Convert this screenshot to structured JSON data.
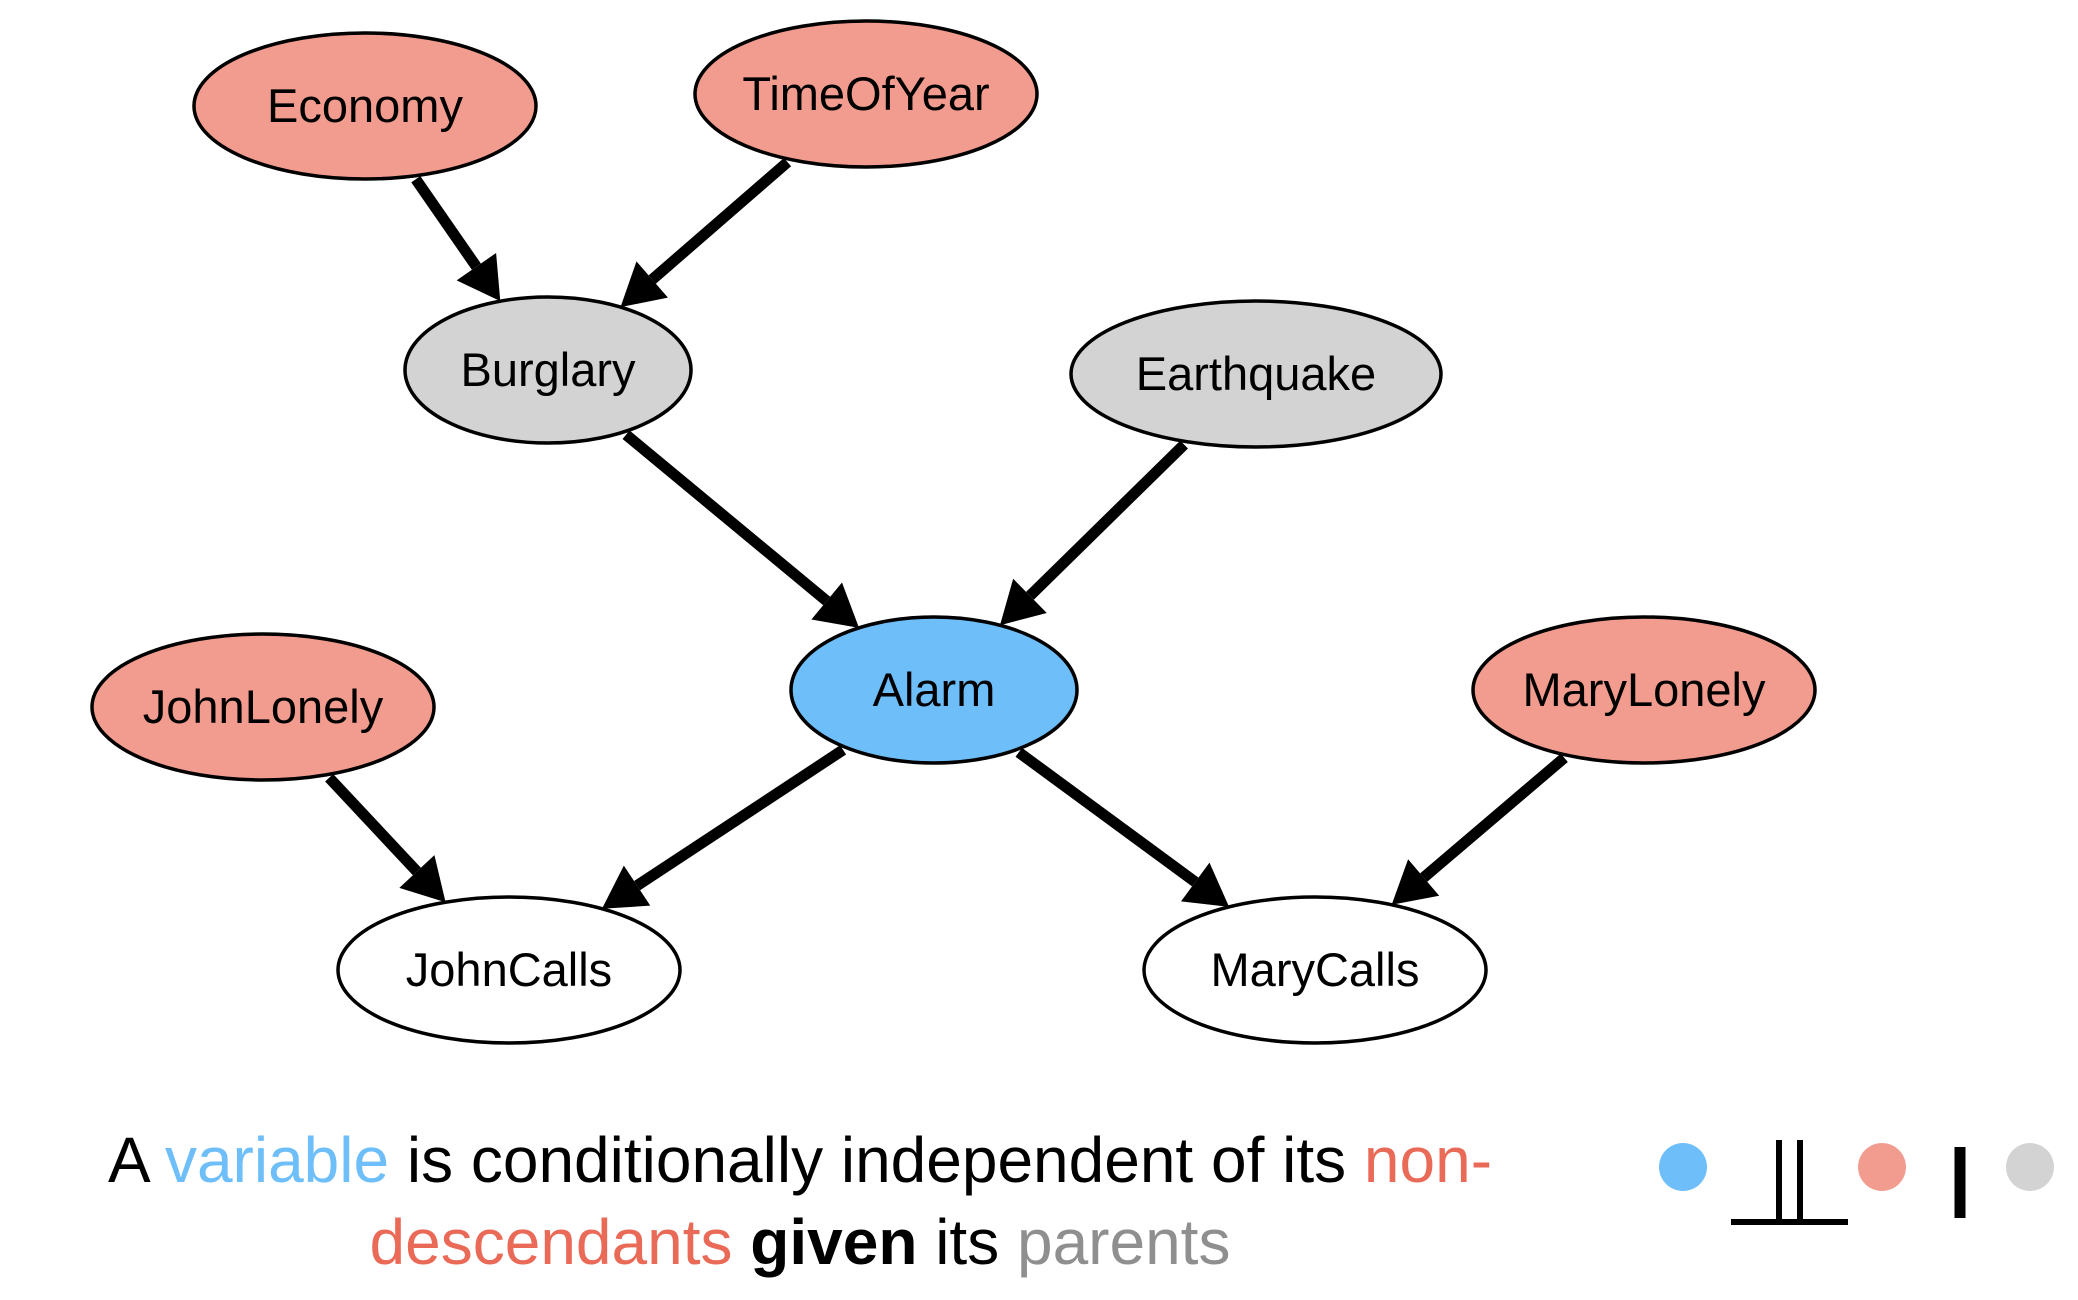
{
  "colors": {
    "variable": "#6dbef9",
    "non_descendant": "#f29c90",
    "parent": "#d3d3d3",
    "other": "#ffffff",
    "caption_variable_text": "#6dbef9",
    "caption_non_descendant_text": "#ea6a58",
    "caption_parent_text": "#8f8f8f"
  },
  "nodes": {
    "economy": {
      "label": "Economy",
      "role": "non_descendant"
    },
    "time_of_year": {
      "label": "TimeOfYear",
      "role": "non_descendant"
    },
    "burglary": {
      "label": "Burglary",
      "role": "parent"
    },
    "earthquake": {
      "label": "Earthquake",
      "role": "parent"
    },
    "alarm": {
      "label": "Alarm",
      "role": "variable"
    },
    "john_lonely": {
      "label": "JohnLonely",
      "role": "non_descendant"
    },
    "mary_lonely": {
      "label": "MaryLonely",
      "role": "non_descendant"
    },
    "john_calls": {
      "label": "JohnCalls",
      "role": "other"
    },
    "mary_calls": {
      "label": "MaryCalls",
      "role": "other"
    }
  },
  "edges": [
    {
      "from": "economy",
      "to": "burglary"
    },
    {
      "from": "time_of_year",
      "to": "burglary"
    },
    {
      "from": "burglary",
      "to": "alarm"
    },
    {
      "from": "earthquake",
      "to": "alarm"
    },
    {
      "from": "alarm",
      "to": "john_calls"
    },
    {
      "from": "alarm",
      "to": "mary_calls"
    },
    {
      "from": "john_lonely",
      "to": "john_calls"
    },
    {
      "from": "mary_lonely",
      "to": "mary_calls"
    }
  ],
  "caption": {
    "line1": {
      "prefix": "A ",
      "variable": "variable",
      "middle": " is conditionally independent of its ",
      "non_descendants": "non-"
    },
    "line2": {
      "non_descendants": "descendants",
      "space1": " ",
      "given": "given",
      "middle": " its ",
      "parents": "parents"
    }
  },
  "legend": {
    "independence_symbol": "⫫",
    "given_symbol": "|"
  }
}
